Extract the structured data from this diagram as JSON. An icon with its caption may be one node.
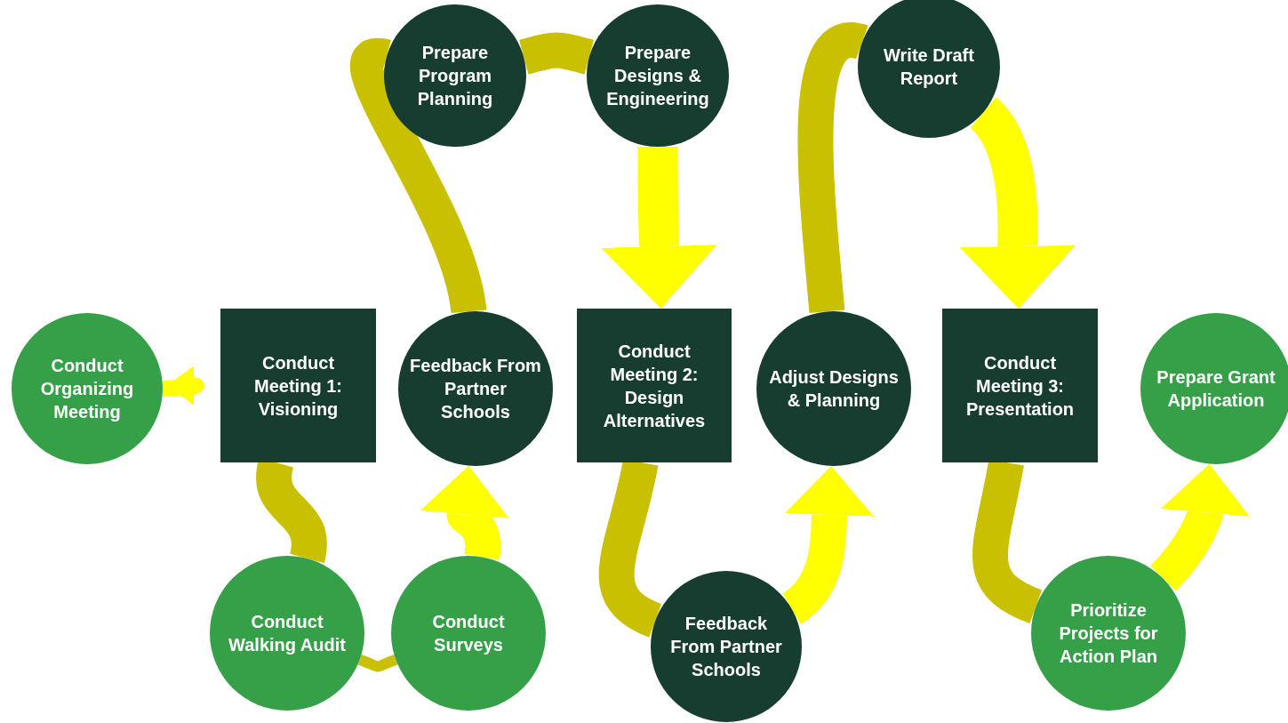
{
  "diagram": {
    "nodes": [
      {
        "text": [
          "Conduct Organizing Meeting"
        ]
      },
      {
        "text": [
          "Conduct Meeting 1: Visioning"
        ]
      },
      {
        "text": [
          "Feedback From Partner Schools"
        ]
      },
      {
        "text": [
          "Prepare Program Planning"
        ]
      },
      {
        "text": [
          "Prepare Designs & Engineering"
        ]
      },
      {
        "text": [
          "Conduct Meeting 2: Design Alternatives"
        ]
      },
      {
        "text": [
          "Adjust Designs & Planning"
        ]
      },
      {
        "text": [
          "Write Draft Report"
        ]
      },
      {
        "text": [
          "Conduct Meeting 3: Presentation"
        ]
      },
      {
        "text": [
          "Prepare Grant Application"
        ]
      },
      {
        "text": [
          "Conduct Walking Audit"
        ]
      },
      {
        "text": [
          "Conduct Surveys"
        ]
      },
      {
        "text": [
          "Feedback From Partner Schools"
        ]
      },
      {
        "text": [
          "Prioritize Projects for Action Plan"
        ]
      }
    ],
    "edges": [
      {
        "from": 0,
        "to": 1,
        "arrow": "to"
      },
      {
        "from": 1,
        "to": 10,
        "arrow": "none",
        "color": "#c8c000"
      },
      {
        "from": 10,
        "to": 11,
        "arrow": "none",
        "color": "#c8c000"
      },
      {
        "from": 11,
        "to": 2,
        "arrow": "to"
      },
      {
        "from": 2,
        "to": 3,
        "arrow": "none",
        "color": "#c8c000"
      },
      {
        "from": 3,
        "to": 4,
        "arrow": "none",
        "color": "#c8c000"
      },
      {
        "from": 4,
        "to": 5,
        "arrow": "to"
      },
      {
        "from": 5,
        "to": 12,
        "arrow": "none",
        "color": "#c8c000"
      },
      {
        "from": 12,
        "to": 6,
        "arrow": "to"
      },
      {
        "from": 6,
        "to": 7,
        "arrow": "none",
        "color": "#c8c000"
      },
      {
        "from": 7,
        "to": 8,
        "arrow": "to"
      },
      {
        "from": 8,
        "to": 13,
        "arrow": "none",
        "color": "#c8c000"
      },
      {
        "from": 13,
        "to": 9,
        "arrow": "to"
      }
    ]
  }
}
